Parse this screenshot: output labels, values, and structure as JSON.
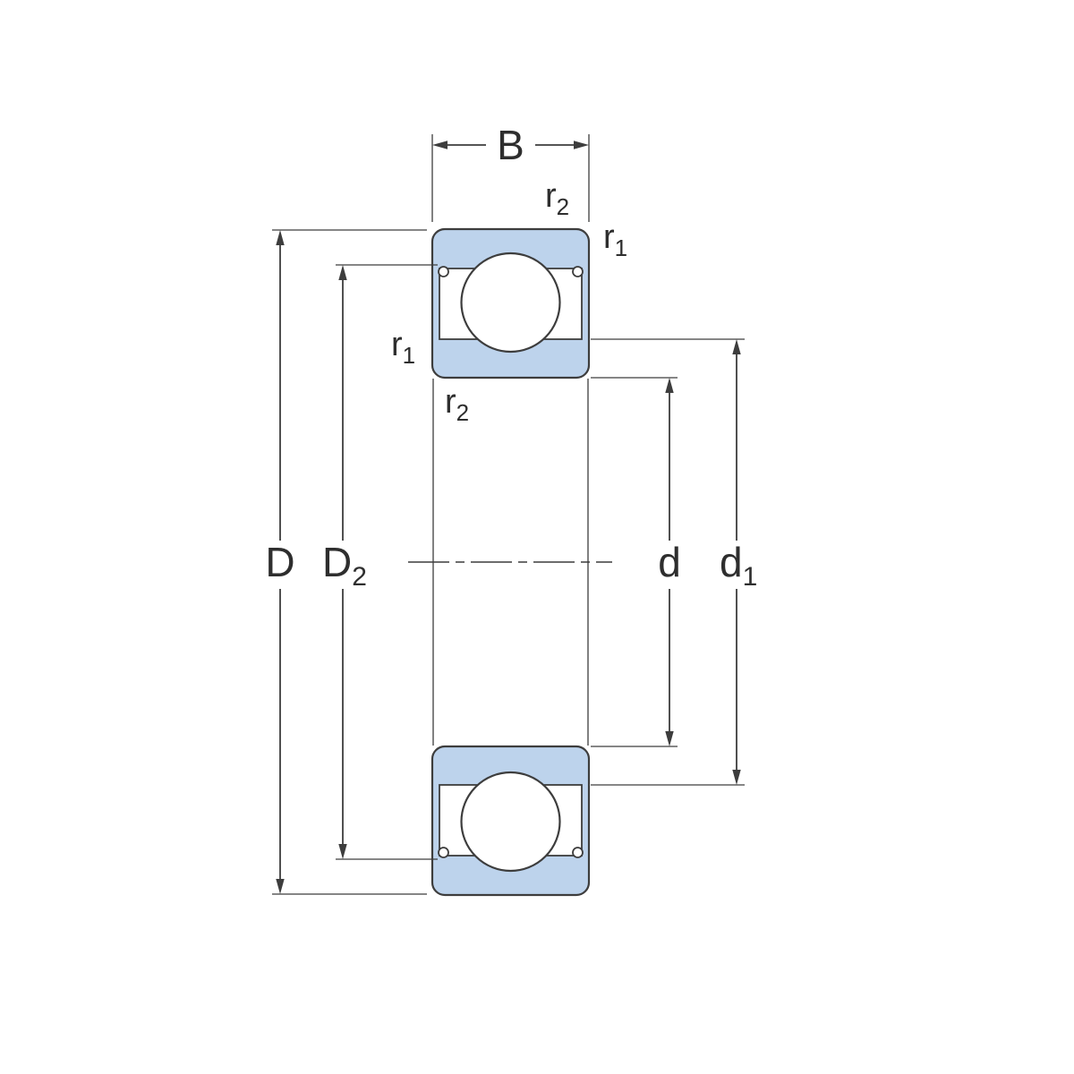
{
  "diagram": {
    "type": "deep-groove-ball-bearing-cross-section-with-shields",
    "colors": {
      "background": "#ffffff",
      "ring_fill": "#bdd3ec",
      "line": "#3d3d3d",
      "text": "#2e2e2e"
    },
    "labels": {
      "width": "B",
      "outer_diameter": "D",
      "shield_recess_diameter": {
        "base": "D",
        "sub": "2"
      },
      "bore_diameter": "d",
      "shoulder_diameter": {
        "base": "d",
        "sub": "1"
      },
      "chamfer_r1": {
        "base": "r",
        "sub": "1"
      },
      "chamfer_r2": {
        "base": "r",
        "sub": "2"
      }
    }
  }
}
